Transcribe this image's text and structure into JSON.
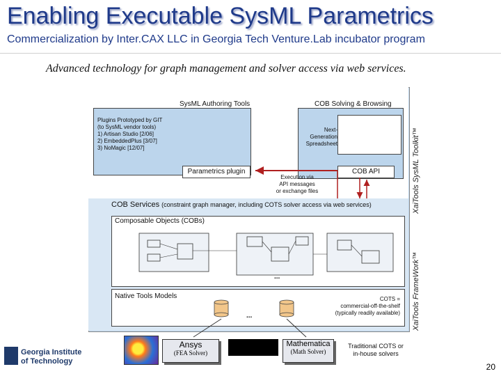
{
  "title": "Enabling Executable SysML Parametrics",
  "subtitle": "Commercialization by Inter.CAX LLC in Georgia Tech Venture.Lab incubator program",
  "tagline": "Advanced technology for graph management and solver access via web services.",
  "authoring": {
    "label": "SysML Authoring Tools",
    "plugins_text": [
      "Plugins Prototyped by GIT",
      "(to SysML vendor tools)",
      "1) Artisan Studio [2/06]",
      "2) EmbeddedPlus [3/07]",
      "3) NoMagic [12/07]"
    ],
    "parametrics_plugin": "Parametrics plugin"
  },
  "cob_solving": {
    "label": "COB Solving & Browsing",
    "spreadsheet": [
      "Next-",
      "Generation",
      "Spreadsheet"
    ],
    "cob_api": "COB API",
    "execution": [
      "Execution via",
      "API messages",
      "or exchange files"
    ]
  },
  "toolkit_label": "XaiTools SysML Toolkit™",
  "framework_label": "XaiTools FrameWork™",
  "cob_services": {
    "label": "COB Services",
    "note": "(constraint graph manager, including COTS solver access via web services)"
  },
  "composable_objects": {
    "label": "Composable Objects (COBs)",
    "ellipsis": "..."
  },
  "native_tools": {
    "label": "Native Tools Models",
    "ellipsis": "...",
    "cots_note": [
      "COTS =",
      "commercial-off-the-shelf",
      "(typically readily available)"
    ]
  },
  "solvers": [
    {
      "name": "Ansys",
      "sub": "(FEA Solver)"
    },
    {
      "name": "Mathematica",
      "sub": "(Math Solver)"
    }
  ],
  "traditional_note": [
    "Traditional COTS or",
    "in-house solvers"
  ],
  "logo": {
    "line1": "Georgia Institute",
    "line2": "of Technology"
  },
  "page_number": "20",
  "colors": {
    "title": "#1f3a8a",
    "panel_blue": "#bcd5ec",
    "arrow_red": "#b02020"
  }
}
